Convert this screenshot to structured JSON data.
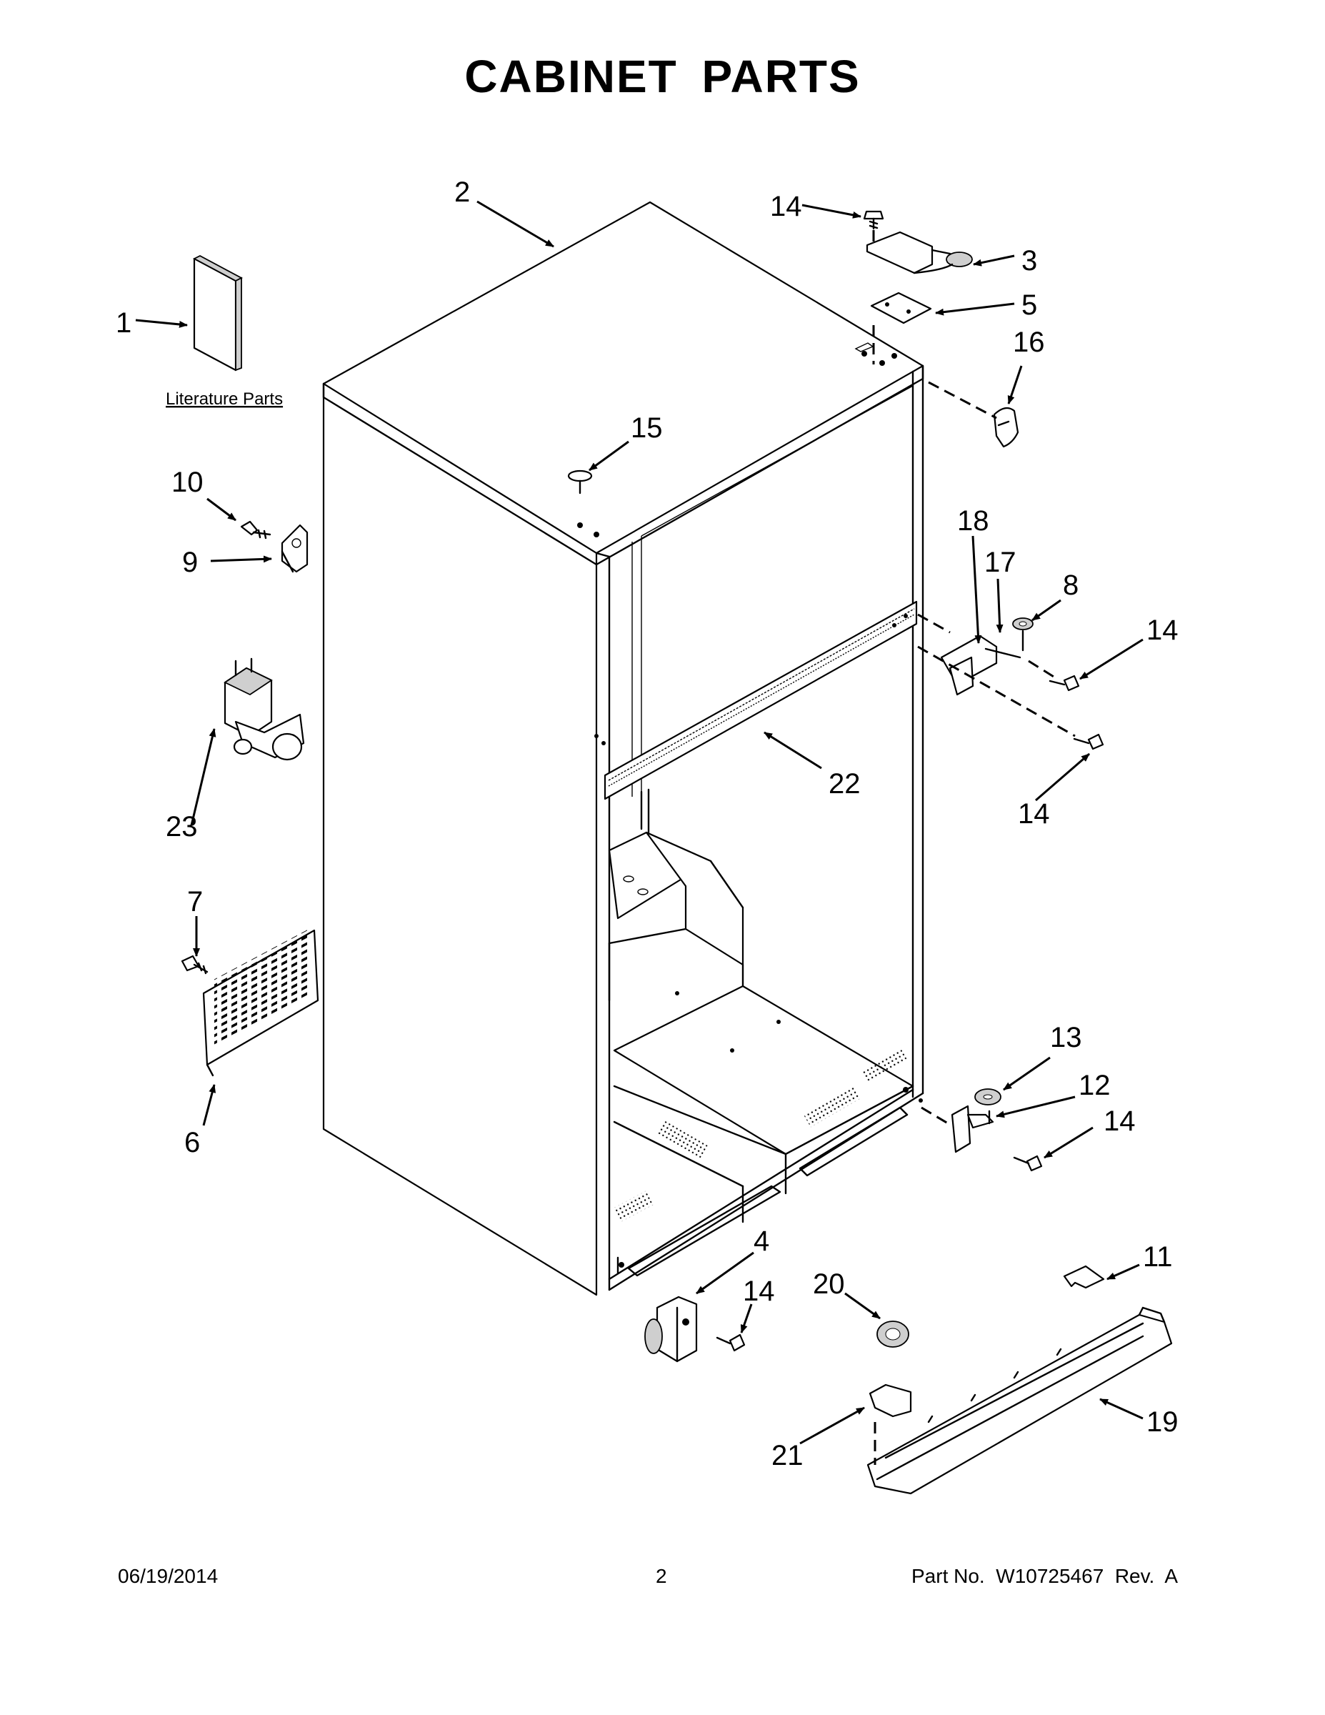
{
  "title": "CABINET PARTS",
  "footer": {
    "date": "06/19/2014",
    "page": "2",
    "part_number": "Part No.  W10725467  Rev.  A"
  },
  "literature_caption": "Literature Parts",
  "callouts": [
    "1",
    "2",
    "3",
    "4",
    "5",
    "6",
    "7",
    "8",
    "9",
    "10",
    "11",
    "12",
    "13",
    "14",
    "14",
    "14",
    "14",
    "14",
    "14",
    "15",
    "16",
    "17",
    "18",
    "19",
    "20",
    "21",
    "22",
    "23"
  ]
}
